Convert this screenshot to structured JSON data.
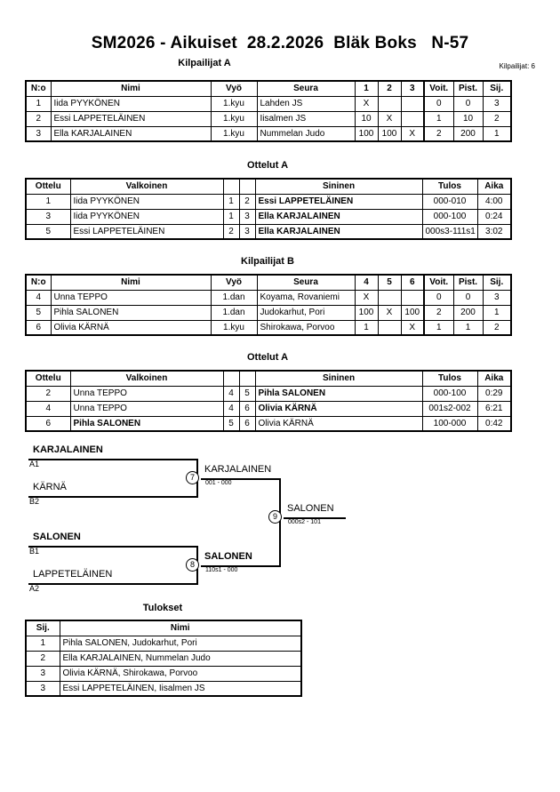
{
  "title": "SM2026 - Aikuiset  28.2.2026  Bläk Boks   N-57",
  "competitor_count_label": "Kilpailijat: 6",
  "sections": {
    "pool_a_heading": "Kilpailijat A",
    "matches_a_heading": "Ottelut A",
    "pool_b_heading": "Kilpailijat B",
    "matches_b_heading": "Ottelut A",
    "results_heading": "Tulokset"
  },
  "pool_a": {
    "headers": [
      "N:o",
      "Nimi",
      "Vyö",
      "Seura",
      "1",
      "2",
      "3",
      "Voit.",
      "Pist.",
      "Sij."
    ],
    "rows": [
      {
        "no": "1",
        "name": "Iida PYYKÖNEN",
        "belt": "1.kyu",
        "club": "Lahden JS",
        "m1": "X",
        "m2": "",
        "m3": "",
        "wins": "0",
        "points": "0",
        "rank": "3"
      },
      {
        "no": "2",
        "name": "Essi LAPPETELÄINEN",
        "belt": "1.kyu",
        "club": "Iisalmen JS",
        "m1": "10",
        "m2": "X",
        "m3": "",
        "wins": "1",
        "points": "10",
        "rank": "2"
      },
      {
        "no": "3",
        "name": "Ella KARJALAINEN",
        "belt": "1.kyu",
        "club": "Nummelan Judo",
        "m1": "100",
        "m2": "100",
        "m3": "X",
        "wins": "2",
        "points": "200",
        "rank": "1"
      }
    ]
  },
  "matches_a": {
    "headers": [
      "Ottelu",
      "Valkoinen",
      "",
      "",
      "Sininen",
      "Tulos",
      "Aika"
    ],
    "rows": [
      {
        "match": "1",
        "white": "Iida PYYKÖNEN",
        "white_no": "1",
        "blue_no": "2",
        "blue": "Essi LAPPETELÄINEN",
        "result": "000-010",
        "time": "4:00",
        "winner": "blue"
      },
      {
        "match": "3",
        "white": "Iida PYYKÖNEN",
        "white_no": "1",
        "blue_no": "3",
        "blue": "Ella KARJALAINEN",
        "result": "000-100",
        "time": "0:24",
        "winner": "blue"
      },
      {
        "match": "5",
        "white": "Essi LAPPETELÄINEN",
        "white_no": "2",
        "blue_no": "3",
        "blue": "Ella KARJALAINEN",
        "result": "000s3-111s1",
        "time": "3:02",
        "winner": "blue"
      }
    ]
  },
  "pool_b": {
    "headers": [
      "N:o",
      "Nimi",
      "Vyö",
      "Seura",
      "4",
      "5",
      "6",
      "Voit.",
      "Pist.",
      "Sij."
    ],
    "rows": [
      {
        "no": "4",
        "name": "Unna TEPPO",
        "belt": "1.dan",
        "club": "Koyama, Rovaniemi",
        "m1": "X",
        "m2": "",
        "m3": "",
        "wins": "0",
        "points": "0",
        "rank": "3"
      },
      {
        "no": "5",
        "name": "Pihla SALONEN",
        "belt": "1.dan",
        "club": "Judokarhut, Pori",
        "m1": "100",
        "m2": "X",
        "m3": "100",
        "wins": "2",
        "points": "200",
        "rank": "1"
      },
      {
        "no": "6",
        "name": "Olivia KÄRNÄ",
        "belt": "1.kyu",
        "club": "Shirokawa, Porvoo",
        "m1": "1",
        "m2": "",
        "m3": "X",
        "wins": "1",
        "points": "1",
        "rank": "2"
      }
    ]
  },
  "matches_b": {
    "headers": [
      "Ottelu",
      "Valkoinen",
      "",
      "",
      "Sininen",
      "Tulos",
      "Aika"
    ],
    "rows": [
      {
        "match": "2",
        "white": "Unna TEPPO",
        "white_no": "4",
        "blue_no": "5",
        "blue": "Pihla SALONEN",
        "result": "000-100",
        "time": "0:29",
        "winner": "blue"
      },
      {
        "match": "4",
        "white": "Unna TEPPO",
        "white_no": "4",
        "blue_no": "6",
        "blue": "Olivia KÄRNÄ",
        "result": "001s2-002",
        "time": "6:21",
        "winner": "blue"
      },
      {
        "match": "6",
        "white": "Pihla SALONEN",
        "white_no": "5",
        "blue_no": "6",
        "blue": "Olivia KÄRNÄ",
        "result": "100-000",
        "time": "0:42",
        "winner": "white"
      }
    ]
  },
  "bracket": {
    "entrants": [
      {
        "name": "KARJALAINEN",
        "seed": "A1",
        "bold": true
      },
      {
        "name": "KÄRNÄ",
        "seed": "B2",
        "bold": false
      },
      {
        "name": "SALONEN",
        "seed": "B1",
        "bold": true
      },
      {
        "name": "LAPPETELÄINEN",
        "seed": "A2",
        "bold": false
      }
    ],
    "nodes": [
      {
        "number": "7",
        "winner": "KARJALAINEN",
        "score": "001 - 000",
        "bold": false
      },
      {
        "number": "8",
        "winner": "SALONEN",
        "score": "110s1 - 000",
        "bold": true
      },
      {
        "number": "9",
        "winner": "SALONEN",
        "score": "000s2 - 101",
        "bold": false
      }
    ]
  },
  "results": {
    "headers": [
      "Sij.",
      "Nimi"
    ],
    "rows": [
      {
        "rank": "1",
        "name": "Pihla SALONEN, Judokarhut, Pori"
      },
      {
        "rank": "2",
        "name": "Ella KARJALAINEN, Nummelan Judo"
      },
      {
        "rank": "3",
        "name": "Olivia KÄRNÄ, Shirokawa, Porvoo"
      },
      {
        "rank": "3",
        "name": "Essi LAPPETELÄINEN, Iisalmen JS"
      }
    ]
  }
}
